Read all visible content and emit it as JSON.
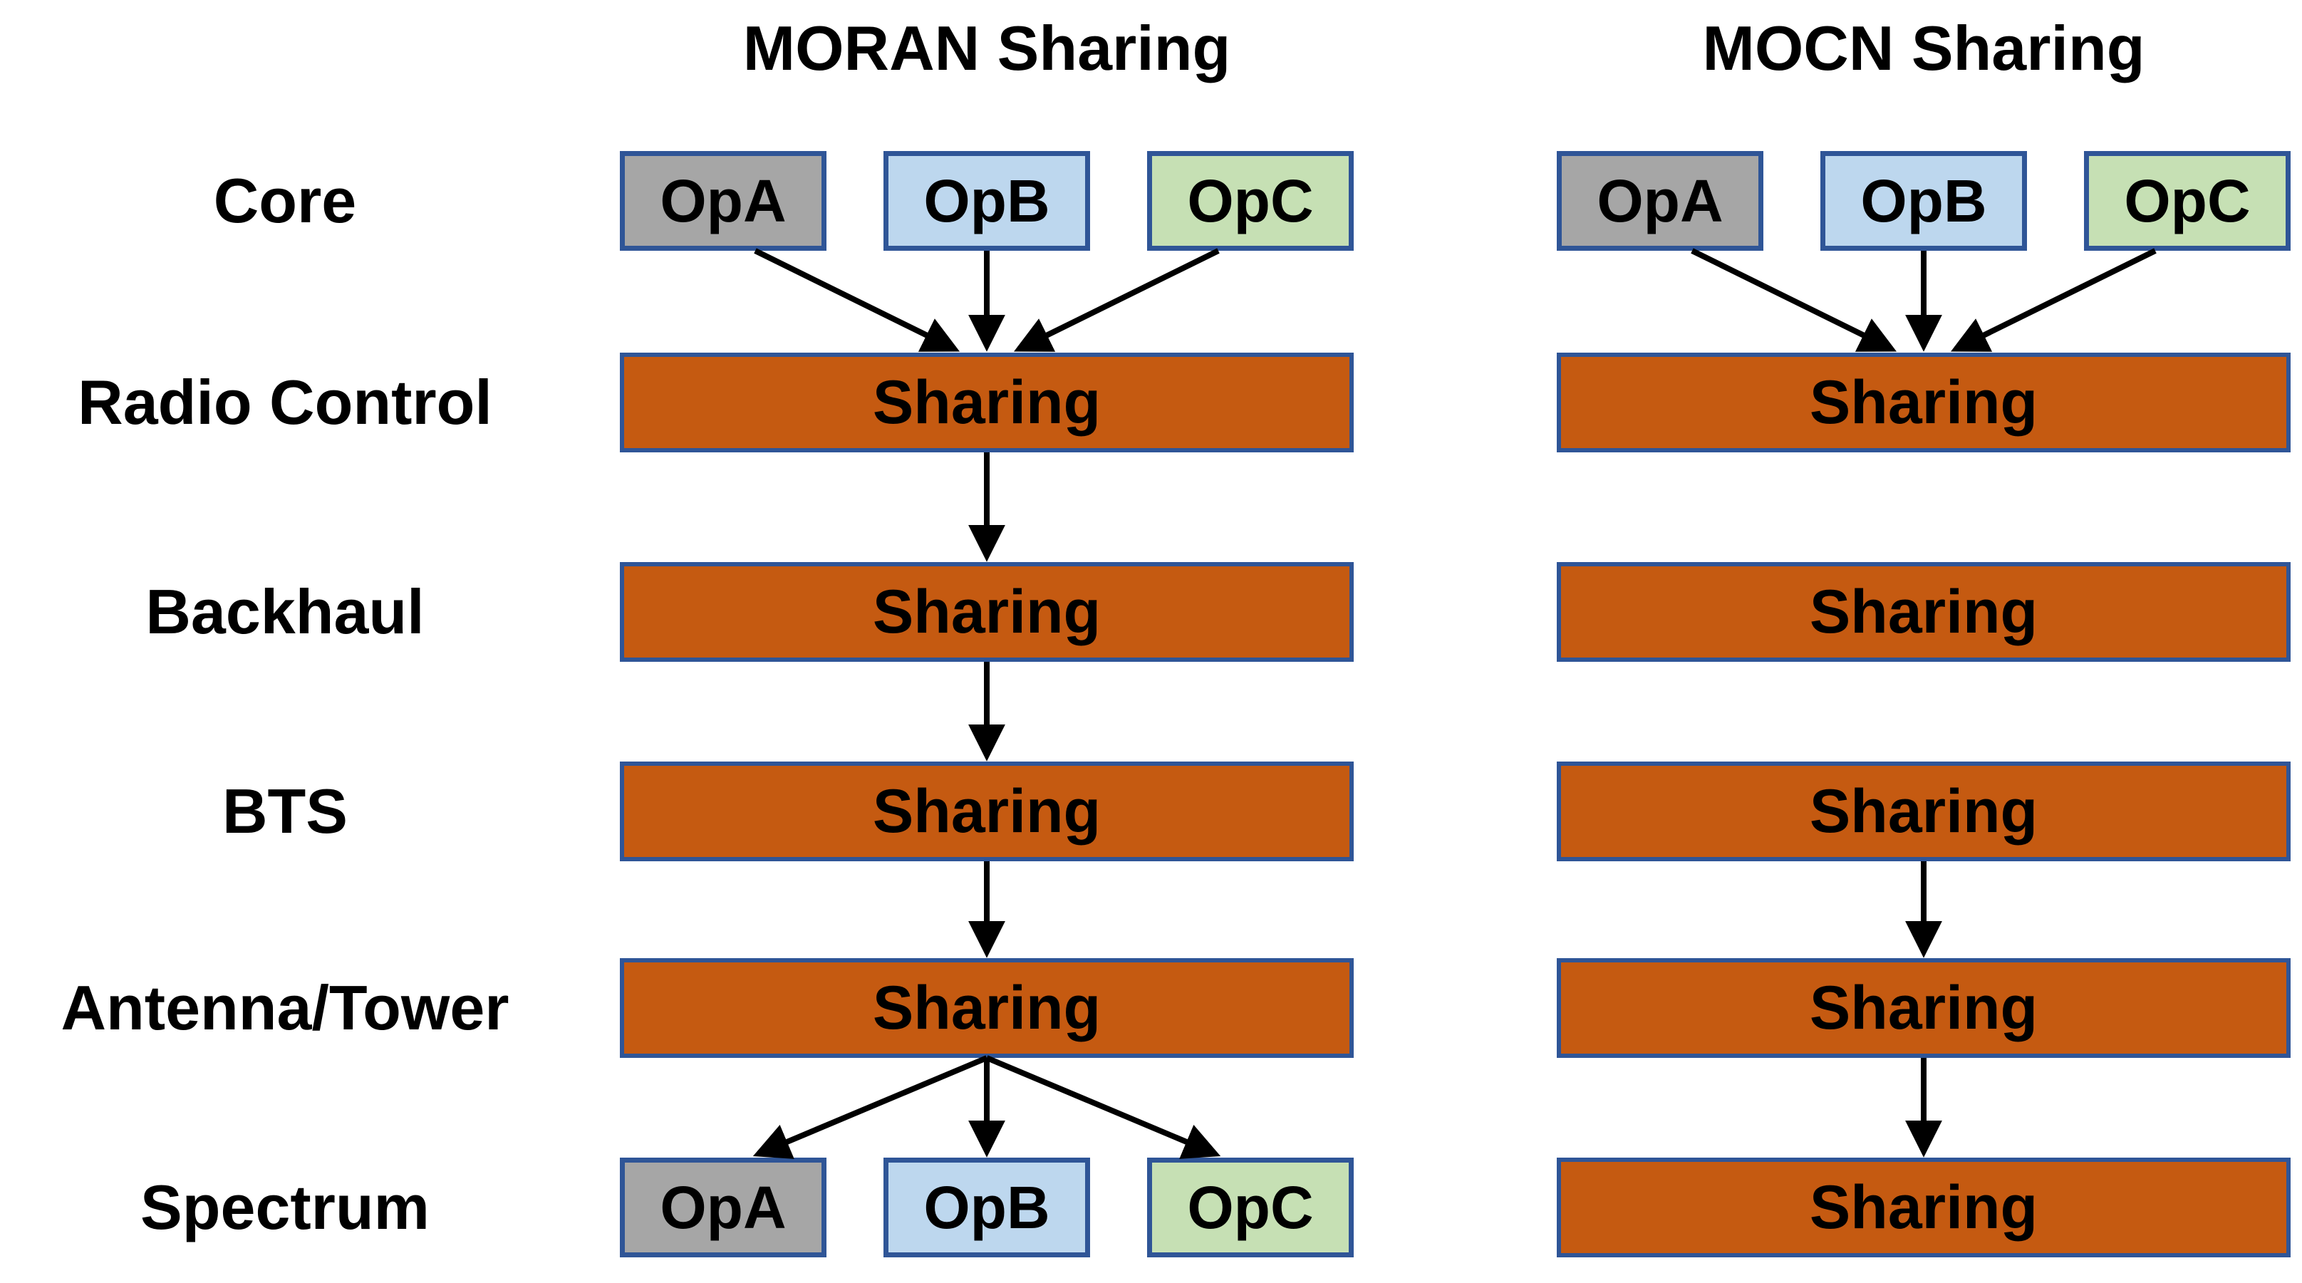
{
  "row_labels": [
    {
      "label": "Core"
    },
    {
      "label": "Radio Control"
    },
    {
      "label": "Backhaul"
    },
    {
      "label": "BTS"
    },
    {
      "label": "Antenna/Tower"
    },
    {
      "label": "Spectrum"
    }
  ],
  "moran": {
    "title": "MORAN Sharing",
    "core_boxes": [
      {
        "label": "OpA"
      },
      {
        "label": "OpB"
      },
      {
        "label": "OpC"
      }
    ],
    "radio_control": {
      "label": "Sharing"
    },
    "backhaul": {
      "label": "Sharing"
    },
    "bts": {
      "label": "Sharing"
    },
    "antenna_tower": {
      "label": "Sharing"
    },
    "spectrum_boxes": [
      {
        "label": "OpA"
      },
      {
        "label": "OpB"
      },
      {
        "label": "OpC"
      }
    ]
  },
  "mocn": {
    "title": "MOCN Sharing",
    "core_boxes": [
      {
        "label": "OpA"
      },
      {
        "label": "OpB"
      },
      {
        "label": "OpC"
      }
    ],
    "radio_control": {
      "label": "Sharing"
    },
    "backhaul": {
      "label": "Sharing"
    },
    "bts": {
      "label": "Sharing"
    },
    "antenna_tower": {
      "label": "Sharing"
    },
    "spectrum": {
      "label": "Sharing"
    }
  },
  "colors": {
    "sharing_fill": "#C55A11",
    "box_border": "#2F5597",
    "op_a_fill": "#A6A6A6",
    "op_b_fill": "#BDD7EE",
    "op_c_fill": "#C6E0B4",
    "arrow": "#000000",
    "text": "#000000",
    "background": "#FFFFFF"
  }
}
